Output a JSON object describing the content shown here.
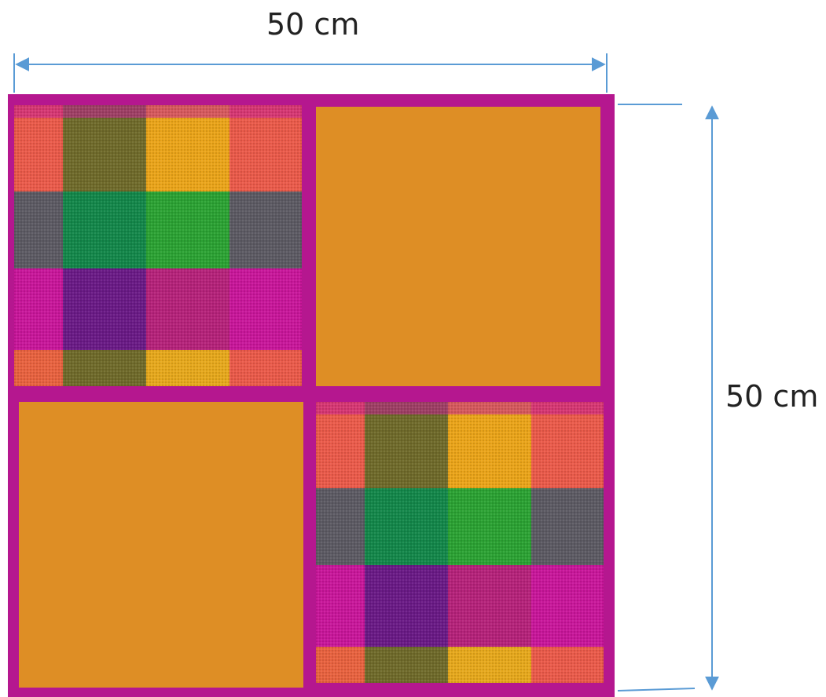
{
  "dimensions": {
    "width_label": "50 cm",
    "height_label": "50 cm"
  },
  "colors": {
    "border": "#b5178f",
    "plain_panel": "#de8e25",
    "dimension_line": "#5a9bd5",
    "plaid_red": "#ea5a4a",
    "plaid_olive": "#6f6a2a",
    "plaid_yellow": "#eaa419",
    "plaid_slate": "#5c5a63",
    "plaid_green": "#13874a",
    "plaid_bright_green": "#2ba233",
    "plaid_magenta": "#c8169a",
    "plaid_purple": "#6a1a86"
  },
  "panels": [
    {
      "name": "top-left",
      "fill": "plaid"
    },
    {
      "name": "top-right",
      "fill": "plain"
    },
    {
      "name": "bottom-left",
      "fill": "plain"
    },
    {
      "name": "bottom-right",
      "fill": "plaid"
    }
  ]
}
